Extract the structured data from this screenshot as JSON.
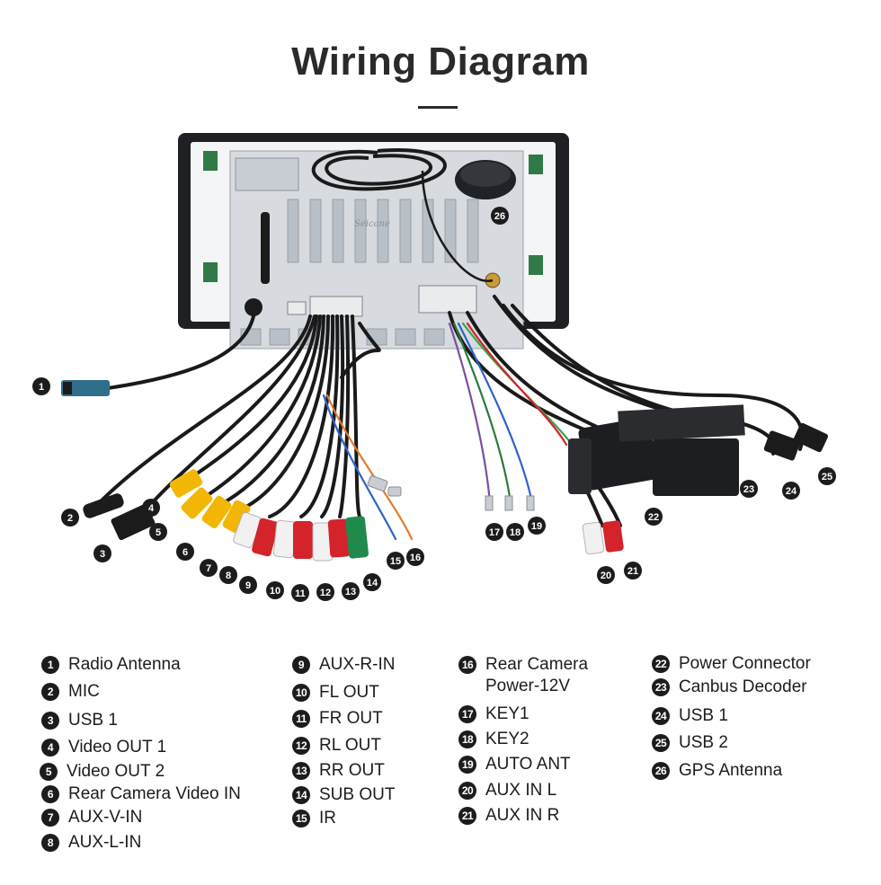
{
  "header": {
    "title": "Wiring Diagram"
  },
  "brand": "Seicane",
  "callouts": [
    "1",
    "2",
    "3",
    "4",
    "5",
    "6",
    "7",
    "8",
    "9",
    "10",
    "11",
    "12",
    "13",
    "14",
    "15",
    "16",
    "17",
    "18",
    "19",
    "20",
    "21",
    "22",
    "23",
    "24",
    "25",
    "26"
  ],
  "legend": [
    {
      "num": "1",
      "label": "Radio Antenna"
    },
    {
      "num": "2",
      "label": "MIC"
    },
    {
      "num": "3",
      "label": "USB 1"
    },
    {
      "num": "4",
      "label": "Video OUT 1"
    },
    {
      "num": "5",
      "label": "Video OUT 2"
    },
    {
      "num": "6",
      "label": "Rear Camera Video IN"
    },
    {
      "num": "7",
      "label": "AUX-V-IN"
    },
    {
      "num": "8",
      "label": "AUX-L-IN"
    },
    {
      "num": "9",
      "label": "AUX-R-IN"
    },
    {
      "num": "10",
      "label": "FL OUT"
    },
    {
      "num": "11",
      "label": "FR OUT"
    },
    {
      "num": "12",
      "label": "RL OUT"
    },
    {
      "num": "13",
      "label": "RR OUT"
    },
    {
      "num": "14",
      "label": "SUB OUT"
    },
    {
      "num": "15",
      "label": "IR"
    },
    {
      "num": "16",
      "label": "Rear Camera\nPower-12V"
    },
    {
      "num": "17",
      "label": "KEY1"
    },
    {
      "num": "18",
      "label": "KEY2"
    },
    {
      "num": "19",
      "label": "AUTO ANT"
    },
    {
      "num": "20",
      "label": "AUX IN L"
    },
    {
      "num": "21",
      "label": "AUX IN R"
    },
    {
      "num": "22",
      "label": "Power Connector"
    },
    {
      "num": "23",
      "label": "Canbus Decoder"
    },
    {
      "num": "24",
      "label": "USB 1"
    },
    {
      "num": "25",
      "label": "USB 2"
    },
    {
      "num": "26",
      "label": "GPS Antenna"
    }
  ],
  "colors": {
    "rca_yellow": "#f2b705",
    "rca_red": "#d4232b",
    "rca_white": "#f1f1f1",
    "rca_green": "#1f8a4c",
    "cable": "#1a1a1a",
    "panel": "#d7dbe0",
    "frame": "#1e2024"
  }
}
